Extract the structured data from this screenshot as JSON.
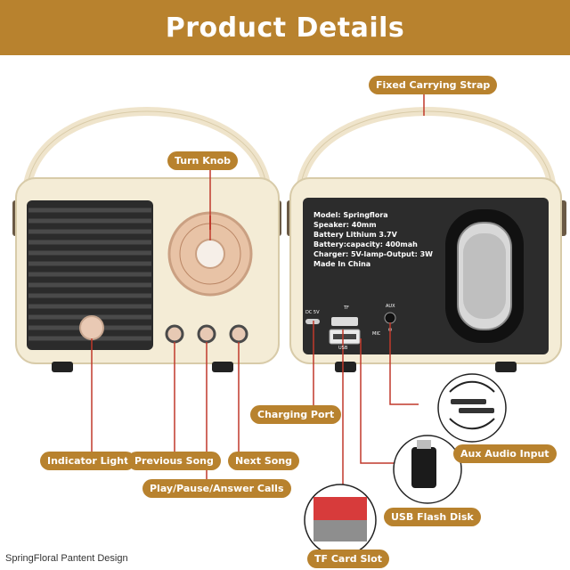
{
  "header": {
    "title": "Product Details"
  },
  "labels": {
    "strap": "Fixed Carrying Strap",
    "knob": "Turn Knob",
    "charging": "Charging Port",
    "indicator": "Indicator Light",
    "previous": "Previous Song",
    "next": "Next Song",
    "play": "Play/Pause/Answer Calls",
    "aux": "Aux Audio Input",
    "usb": "USB Flash Disk",
    "tf": "TF Card Slot"
  },
  "specs": [
    "Model: Springflora",
    "Speaker: 40mm",
    "Battery Lithium 3.7V",
    "Battery:capacity: 400mah",
    "Charger: 5V-lamp-Output: 3W",
    "Made In China"
  ],
  "ports": {
    "dc": "DC 5V",
    "tf": "TF",
    "usb": "USB",
    "mic": "MIC",
    "aux": "AUX"
  },
  "footer": "SpringFloral Pantent Design",
  "colors": {
    "accent": "#b8822e",
    "body": "#f4ecd6",
    "panel": "#2c2c2c",
    "knob": "#e9c4a8"
  }
}
